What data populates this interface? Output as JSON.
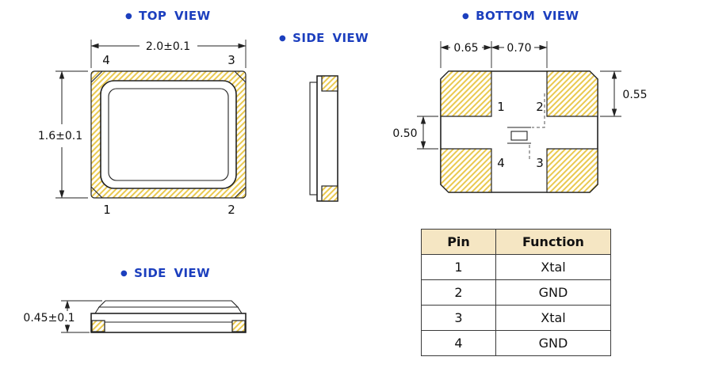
{
  "ui": {
    "bullet": "●"
  },
  "colors": {
    "accent_blue": "#1c3fbe",
    "hatch_yellow": "#eac94f",
    "line": "#222222",
    "table_header_bg": "#f5e6c3",
    "table_border": "#3a3a3a"
  },
  "views": {
    "top": {
      "label": "TOP VIEW",
      "dims": {
        "width": "2.0±0.1",
        "height": "1.6±0.1"
      },
      "pins": {
        "top_left": "4",
        "top_right": "3",
        "bottom_left": "1",
        "bottom_right": "2"
      }
    },
    "side_upper": {
      "label": "SIDE VIEW"
    },
    "bottom": {
      "label": "BOTTOM VIEW",
      "dims": {
        "pad_width": "0.65",
        "pad_gap": "0.70",
        "pad_height": "0.55",
        "row_gap": "0.50"
      },
      "pins": {
        "top_left": "1",
        "top_right": "2",
        "bottom_left": "4",
        "bottom_right": "3"
      }
    },
    "side_lower": {
      "label": "SIDE VIEW",
      "dims": {
        "height": "0.45±0.1"
      }
    }
  },
  "pin_table": {
    "headers": [
      "Pin",
      "Function"
    ],
    "rows": [
      {
        "pin": "1",
        "function": "Xtal"
      },
      {
        "pin": "2",
        "function": "GND"
      },
      {
        "pin": "3",
        "function": "Xtal"
      },
      {
        "pin": "4",
        "function": "GND"
      }
    ]
  }
}
